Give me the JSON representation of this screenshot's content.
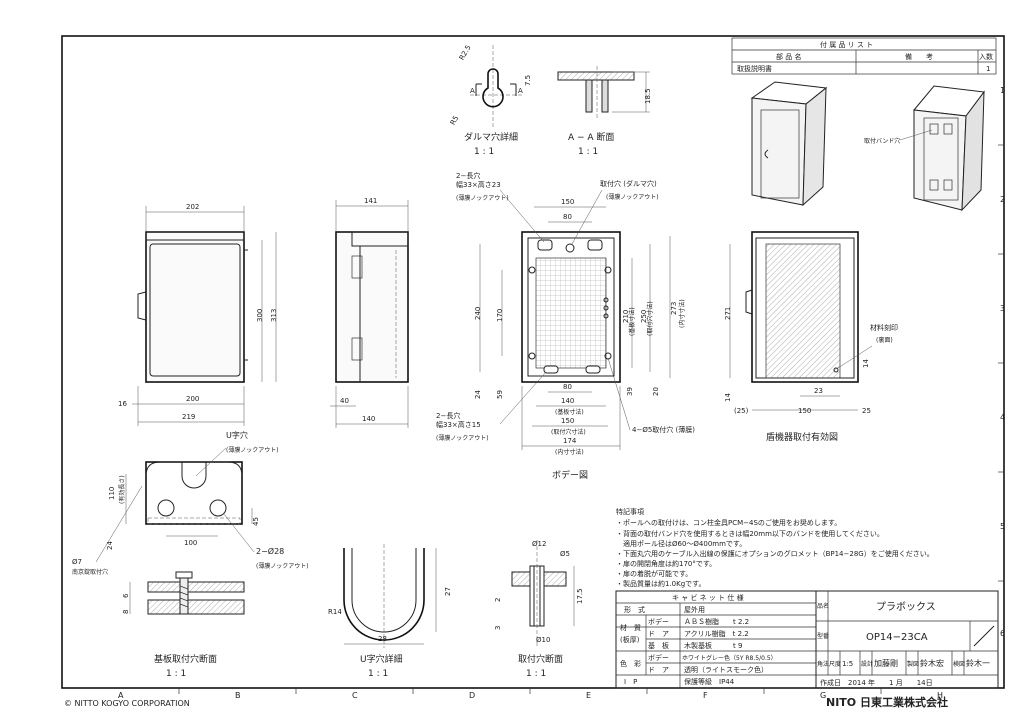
{
  "copyright": "© NITTO KOGYO CORPORATION",
  "brand": "NITO 日東工業株式会社",
  "grid": {
    "columns": [
      "A",
      "B",
      "C",
      "D",
      "E",
      "F",
      "G",
      "H"
    ],
    "rows": [
      "1",
      "2",
      "3",
      "4",
      "5",
      "6"
    ]
  },
  "parts_list": {
    "title": "付 属 品 リ ス ト",
    "headers": [
      "部 品 名",
      "備　　考",
      "入数"
    ],
    "rows": [
      {
        "name": "取扱説明書",
        "note": "",
        "qty": "1"
      }
    ]
  },
  "views": {
    "daruma_detail": {
      "title": "ダルマ穴詳細",
      "scale": "1 : 1",
      "dims": [
        "R2.5",
        "R5",
        "7.5",
        "A",
        "A"
      ]
    },
    "aa_section": {
      "title": "A − A 断面",
      "scale": "1 : 1",
      "dims": [
        "18.5"
      ]
    },
    "front": {
      "dims": [
        "202",
        "300",
        "313",
        "16",
        "200",
        "219"
      ]
    },
    "side": {
      "dims": [
        "141",
        "40",
        "140"
      ]
    },
    "body": {
      "title": "ボデー図",
      "dims": [
        "150",
        "80",
        "240",
        "170",
        "210",
        "(基板寸法)",
        "250",
        "(取付穴寸法)",
        "273",
        "(内寸寸法)",
        "24",
        "59",
        "80",
        "140",
        "(基板寸法)",
        "150",
        "(取付穴寸法)",
        "174",
        "(内寸寸法)",
        "39",
        "20"
      ],
      "notes": {
        "top_left": [
          "2−長穴",
          "幅33×高さ23",
          "(薄膜ノックアウト)"
        ],
        "top_right": [
          "取付穴 (ダルマ穴)",
          "(薄膜ノックアウト)"
        ],
        "bottom_left": [
          "2−長穴",
          "幅33×高さ15",
          "(薄膜ノックアウト)"
        ],
        "bottom_right": "4−Ø5取付穴 (薄膜)"
      }
    },
    "mount_area": {
      "title": "盾機器取付有効図",
      "dims": [
        "271",
        "14",
        "23",
        "(25)",
        "150",
        "25",
        "14"
      ],
      "note": [
        "材料刻印",
        "(裏面)"
      ]
    },
    "bottom": {
      "dims": [
        "110",
        "(有効長さ)",
        "24",
        "100",
        "45",
        "Ø7"
      ],
      "notes": [
        "U字穴",
        "(薄膜ノックアウト)",
        "2−Ø28",
        "(薄膜ノックアウト)",
        "南京錠取付穴"
      ]
    },
    "plate_section": {
      "title": "基板取付穴断面",
      "scale": "1 : 1",
      "dims": [
        "8",
        "6"
      ]
    },
    "u_detail": {
      "title": "U字穴詳細",
      "scale": "1 : 1",
      "dims": [
        "R14",
        "27",
        "28"
      ]
    },
    "hole_section": {
      "title": "取付穴断面",
      "scale": "1 : 1",
      "dims": [
        "Ø12",
        "Ø5",
        "17.5",
        "2",
        "3",
        "Ø10"
      ]
    },
    "band_label": "取付バンド穴"
  },
  "special_notes": {
    "title": "特記事項",
    "lines": [
      "・ポールへの取付けは、コン柱金具PCM−4Sのご使用をお奨めします。",
      "・背面の取付バンド穴を使用するときは幅20mm以下のバンドを使用してください。",
      "　適用ポール径はØ60〜Ø400mmです。",
      "・下面丸穴用のケーブル入出線の保護にオプションのグロメット（BP14−28G）をご使用ください。",
      "・扉の開閉角度は約170°です。",
      "・扉の着脱が可能です。",
      "・製品質量は約1.0Kgです。"
    ]
  },
  "spec_table": {
    "title": "キ ャ ビ ネ ッ ト 仕 様",
    "rows": [
      {
        "group": "形　式",
        "part": "",
        "value": "屋外用"
      },
      {
        "group": "材　質",
        "part": "ボデー",
        "value": "ＡＢＳ樹脂　　t 2.2"
      },
      {
        "group": "(板厚)",
        "part": "ド　ア",
        "value": "アクリル樹脂　t 2.2"
      },
      {
        "group": "",
        "part": "基　板",
        "value": "木製基板　　　t 9"
      },
      {
        "group": "色　彩",
        "part": "ボデー",
        "value": "ホワイトグレー色（5Y R8.5/0.5）"
      },
      {
        "group": "",
        "part": "ド　ア",
        "value": "透明（ライトスモーク色）"
      },
      {
        "group": "I　P",
        "part": "",
        "value": "保護等級　IP44"
      }
    ]
  },
  "title_block": {
    "name_label": "品名",
    "product_name": "プラボックス",
    "model_label": "型番",
    "model": "OP14−23CA",
    "angle_label": "角法",
    "scale_label": "尺度",
    "scale": "1:5",
    "design_label": "設計",
    "designer": "加藤剛",
    "check_label": "製図",
    "checker": "鈴木宏",
    "approve_label": "検図",
    "approver": "鈴木一",
    "date": "作成日　2014 年　　1 月　　14日"
  }
}
